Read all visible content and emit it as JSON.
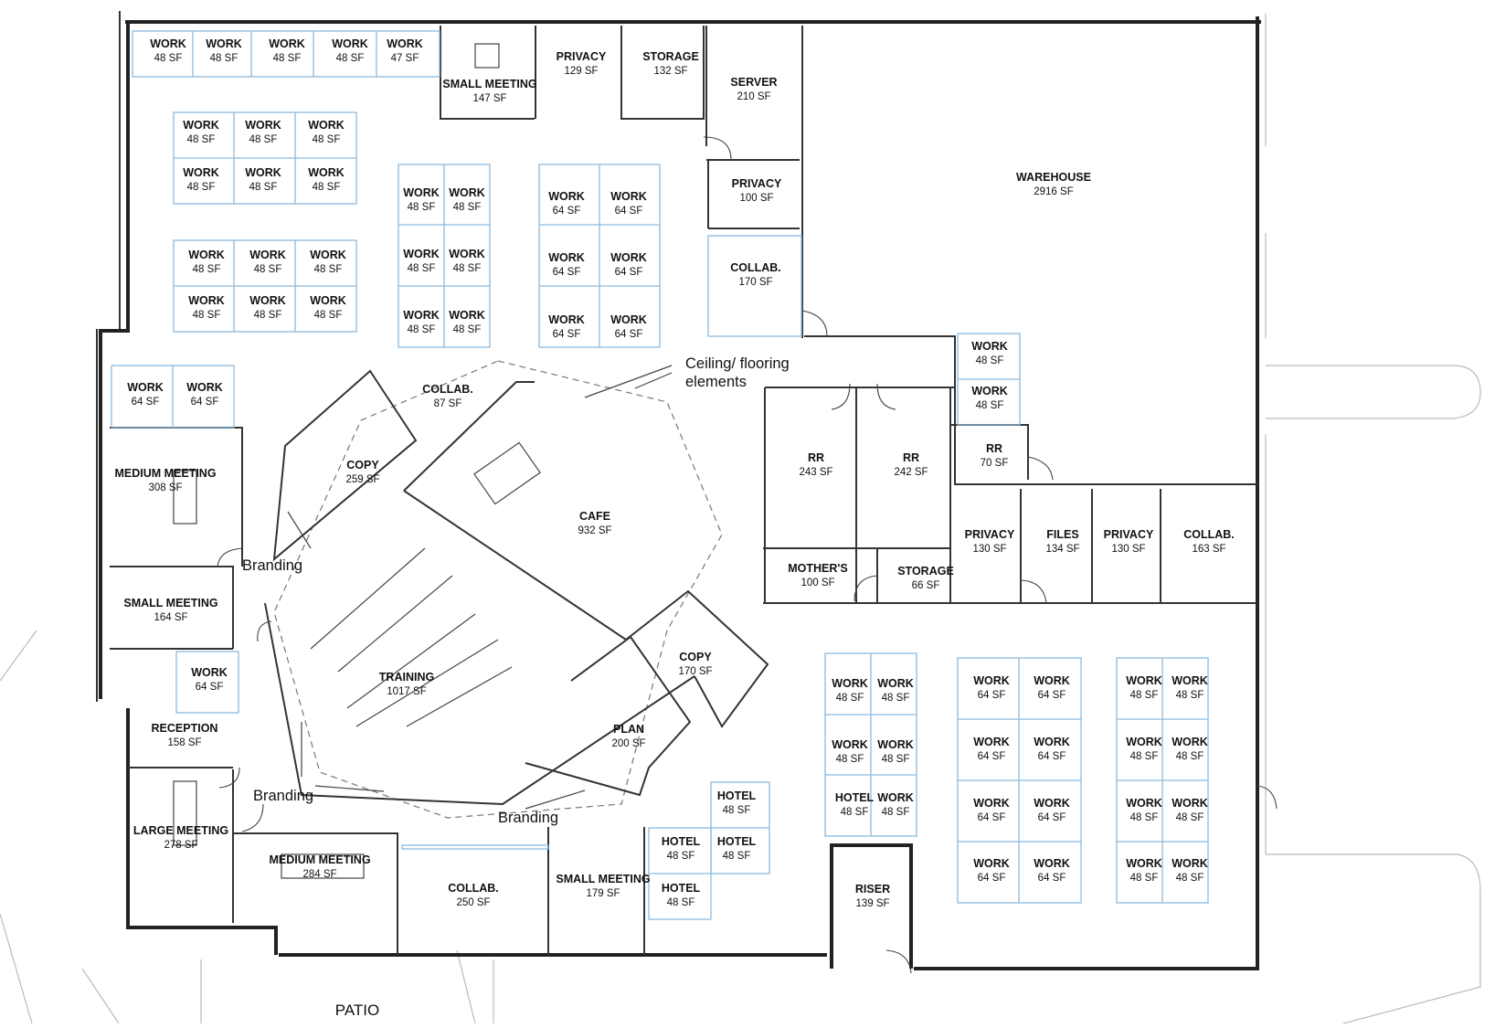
{
  "plan": {
    "rooms": [
      {
        "id": "w1",
        "name": "WORK",
        "size": "48 SF"
      },
      {
        "id": "w2",
        "name": "WORK",
        "size": "48 SF"
      },
      {
        "id": "w3",
        "name": "WORK",
        "size": "48 SF"
      },
      {
        "id": "w4",
        "name": "WORK",
        "size": "48 SF"
      },
      {
        "id": "w5",
        "name": "WORK",
        "size": "47 SF"
      },
      {
        "id": "small-meeting-top",
        "name": "SMALL MEETING",
        "size": "147 SF"
      },
      {
        "id": "privacy-top",
        "name": "PRIVACY",
        "size": "129 SF"
      },
      {
        "id": "storage-top",
        "name": "STORAGE",
        "size": "132 SF"
      },
      {
        "id": "server",
        "name": "SERVER",
        "size": "210 SF"
      },
      {
        "id": "warehouse",
        "name": "WAREHOUSE",
        "size": "2916 SF"
      },
      {
        "id": "privacy-100",
        "name": "PRIVACY",
        "size": "100 SF"
      },
      {
        "id": "collab-170",
        "name": "COLLAB.",
        "size": "170 SF"
      },
      {
        "id": "wg1a",
        "name": "WORK",
        "size": "48 SF"
      },
      {
        "id": "wg1b",
        "name": "WORK",
        "size": "48 SF"
      },
      {
        "id": "wg1c",
        "name": "WORK",
        "size": "48 SF"
      },
      {
        "id": "wg1d",
        "name": "WORK",
        "size": "48 SF"
      },
      {
        "id": "wg1e",
        "name": "WORK",
        "size": "48 SF"
      },
      {
        "id": "wg1f",
        "name": "WORK",
        "size": "48 SF"
      },
      {
        "id": "wg2a",
        "name": "WORK",
        "size": "48 SF"
      },
      {
        "id": "wg2b",
        "name": "WORK",
        "size": "48 SF"
      },
      {
        "id": "wg2c",
        "name": "WORK",
        "size": "48 SF"
      },
      {
        "id": "wg2d",
        "name": "WORK",
        "size": "48 SF"
      },
      {
        "id": "wg2e",
        "name": "WORK",
        "size": "48 SF"
      },
      {
        "id": "wg2f",
        "name": "WORK",
        "size": "48 SF"
      },
      {
        "id": "wg3a",
        "name": "WORK",
        "size": "48 SF"
      },
      {
        "id": "wg3b",
        "name": "WORK",
        "size": "48 SF"
      },
      {
        "id": "wg3c",
        "name": "WORK",
        "size": "48 SF"
      },
      {
        "id": "wg3d",
        "name": "WORK",
        "size": "48 SF"
      },
      {
        "id": "wg3e",
        "name": "WORK",
        "size": "48 SF"
      },
      {
        "id": "wg3f",
        "name": "WORK",
        "size": "48 SF"
      },
      {
        "id": "wg4a",
        "name": "WORK",
        "size": "64 SF"
      },
      {
        "id": "wg4b",
        "name": "WORK",
        "size": "64 SF"
      },
      {
        "id": "wg4c",
        "name": "WORK",
        "size": "64 SF"
      },
      {
        "id": "wg4d",
        "name": "WORK",
        "size": "64 SF"
      },
      {
        "id": "wg4e",
        "name": "WORK",
        "size": "64 SF"
      },
      {
        "id": "wg4f",
        "name": "WORK",
        "size": "64 SF"
      },
      {
        "id": "wl1",
        "name": "WORK",
        "size": "64 SF"
      },
      {
        "id": "wl2",
        "name": "WORK",
        "size": "64 SF"
      },
      {
        "id": "collab-87",
        "name": "COLLAB.",
        "size": "87 SF"
      },
      {
        "id": "copy-259",
        "name": "COPY",
        "size": "259 SF"
      },
      {
        "id": "cafe",
        "name": "CAFE",
        "size": "932 SF"
      },
      {
        "id": "medium-meeting-308",
        "name": "MEDIUM MEETING",
        "size": "308 SF"
      },
      {
        "id": "small-meeting-164",
        "name": "SMALL MEETING",
        "size": "164 SF"
      },
      {
        "id": "training",
        "name": "TRAINING",
        "size": "1017 SF"
      },
      {
        "id": "copy-170",
        "name": "COPY",
        "size": "170 SF"
      },
      {
        "id": "plan",
        "name": "PLAN",
        "size": "200 SF"
      },
      {
        "id": "work-64-left",
        "name": "WORK",
        "size": "64 SF"
      },
      {
        "id": "reception",
        "name": "RECEPTION",
        "size": "158 SF"
      },
      {
        "id": "large-meeting",
        "name": "LARGE MEETING",
        "size": "278 SF"
      },
      {
        "id": "medium-meeting-284",
        "name": "MEDIUM MEETING",
        "size": "284 SF"
      },
      {
        "id": "collab-250",
        "name": "COLLAB.",
        "size": "250 SF"
      },
      {
        "id": "small-meeting-179",
        "name": "SMALL MEETING",
        "size": "179 SF"
      },
      {
        "id": "hotel1",
        "name": "HOTEL",
        "size": "48 SF"
      },
      {
        "id": "hotel2",
        "name": "HOTEL",
        "size": "48 SF"
      },
      {
        "id": "hotel3",
        "name": "HOTEL",
        "size": "48 SF"
      },
      {
        "id": "hotel4",
        "name": "HOTEL",
        "size": "48 SF"
      },
      {
        "id": "riser",
        "name": "RISER",
        "size": "139 SF"
      },
      {
        "id": "wr1",
        "name": "WORK",
        "size": "48 SF"
      },
      {
        "id": "wr2",
        "name": "WORK",
        "size": "48 SF"
      },
      {
        "id": "rr-243",
        "name": "RR",
        "size": "243 SF"
      },
      {
        "id": "rr-242",
        "name": "RR",
        "size": "242 SF"
      },
      {
        "id": "rr-70",
        "name": "RR",
        "size": "70 SF"
      },
      {
        "id": "mothers",
        "name": "MOTHER'S",
        "size": "100 SF"
      },
      {
        "id": "storage-66",
        "name": "STORAGE",
        "size": "66 SF"
      },
      {
        "id": "privacy-130a",
        "name": "PRIVACY",
        "size": "130 SF"
      },
      {
        "id": "files",
        "name": "FILES",
        "size": "134 SF"
      },
      {
        "id": "privacy-130b",
        "name": "PRIVACY",
        "size": "130 SF"
      },
      {
        "id": "collab-163",
        "name": "COLLAB.",
        "size": "163 SF"
      },
      {
        "id": "wc1",
        "name": "WORK",
        "size": "48 SF"
      },
      {
        "id": "wc2",
        "name": "WORK",
        "size": "48 SF"
      },
      {
        "id": "wc3",
        "name": "WORK",
        "size": "48 SF"
      },
      {
        "id": "wc4",
        "name": "WORK",
        "size": "48 SF"
      },
      {
        "id": "wc5",
        "name": "HOTEL",
        "size": "48 SF"
      },
      {
        "id": "wc6",
        "name": "WORK",
        "size": "48 SF"
      },
      {
        "id": "wm1",
        "name": "WORK",
        "size": "64 SF"
      },
      {
        "id": "wm2",
        "name": "WORK",
        "size": "64 SF"
      },
      {
        "id": "wm3",
        "name": "WORK",
        "size": "64 SF"
      },
      {
        "id": "wm4",
        "name": "WORK",
        "size": "64 SF"
      },
      {
        "id": "wm5",
        "name": "WORK",
        "size": "64 SF"
      },
      {
        "id": "wm6",
        "name": "WORK",
        "size": "64 SF"
      },
      {
        "id": "wm7",
        "name": "WORK",
        "size": "64 SF"
      },
      {
        "id": "wm8",
        "name": "WORK",
        "size": "64 SF"
      },
      {
        "id": "we1",
        "name": "WORK",
        "size": "48 SF"
      },
      {
        "id": "we2",
        "name": "WORK",
        "size": "48 SF"
      },
      {
        "id": "we3",
        "name": "WORK",
        "size": "48 SF"
      },
      {
        "id": "we4",
        "name": "WORK",
        "size": "48 SF"
      },
      {
        "id": "we5",
        "name": "WORK",
        "size": "48 SF"
      },
      {
        "id": "we6",
        "name": "WORK",
        "size": "48 SF"
      },
      {
        "id": "we7",
        "name": "WORK",
        "size": "48 SF"
      },
      {
        "id": "we8",
        "name": "WORK",
        "size": "48 SF"
      }
    ],
    "annotations": {
      "ceiling_line1": "Ceiling/ flooring",
      "ceiling_line2": "elements",
      "branding": "Branding",
      "patio": "PATIO"
    }
  }
}
